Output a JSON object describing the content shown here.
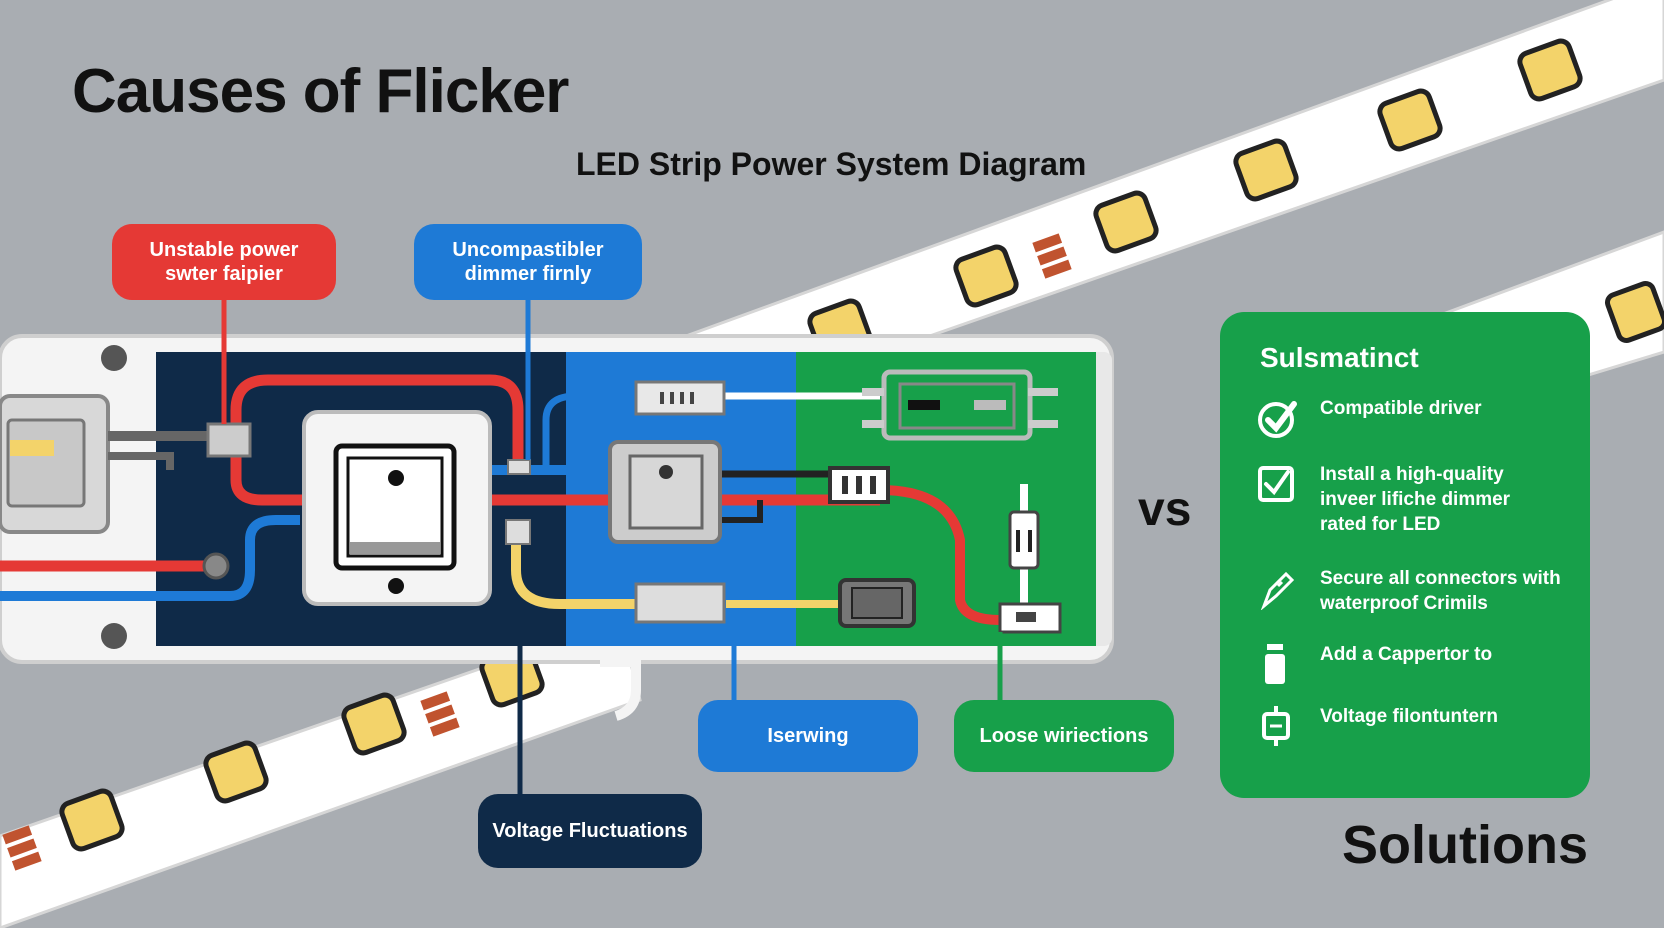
{
  "title": "Causes of Flicker",
  "subtitle": "LED Strip Power System Diagram",
  "vs_label": "vs",
  "solutions_label": "Solutions",
  "callouts": {
    "unstable_power": [
      "Unstable power",
      "swter faipier"
    ],
    "dimmer": [
      "Uncompastibler",
      "dimmer firnly"
    ],
    "iserwing": "Iserwing",
    "loose": "Loose wiriections",
    "voltage": "Voltage Fluctuations"
  },
  "colors": {
    "background": "#a9adb2",
    "red": "#e53935",
    "blue": "#1e7ad6",
    "green": "#17a04a",
    "navy": "#0f2a48",
    "yellow": "#f3d36a"
  },
  "solutions_panel": {
    "title": "Sulsmatinct",
    "items": [
      {
        "icon": "check-circle-icon",
        "lines": [
          "Compatible driver"
        ]
      },
      {
        "icon": "checkbox-icon",
        "lines": [
          "Install a high-quality",
          "inveer lifiche dimmer",
          "rated for LED"
        ]
      },
      {
        "icon": "connector-icon",
        "lines": [
          "Secure all connectors with",
          "waterproof Crimils"
        ]
      },
      {
        "icon": "capacitor-icon",
        "lines": [
          "Add a Cappertor to"
        ]
      },
      {
        "icon": "voltage-stabilizer-icon",
        "lines": [
          "Voltage filontuntern"
        ]
      }
    ]
  }
}
